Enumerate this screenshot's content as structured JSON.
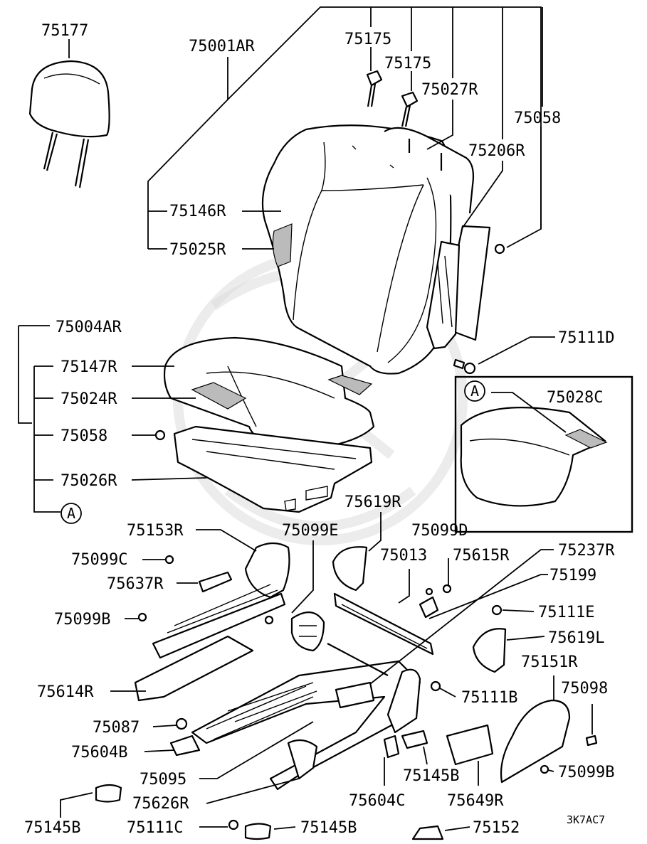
{
  "catalog_code": "3K7AC7",
  "detail_callout": "A",
  "parts": [
    {
      "id": "p1",
      "label": "75177"
    },
    {
      "id": "p2",
      "label": "75001AR"
    },
    {
      "id": "p3",
      "label": "75175"
    },
    {
      "id": "p4",
      "label": "75175"
    },
    {
      "id": "p5",
      "label": "75027R"
    },
    {
      "id": "p6",
      "label": "75058"
    },
    {
      "id": "p7",
      "label": "75206R"
    },
    {
      "id": "p8",
      "label": "75146R"
    },
    {
      "id": "p9",
      "label": "75025R"
    },
    {
      "id": "p10",
      "label": "75004AR"
    },
    {
      "id": "p11",
      "label": "75111D"
    },
    {
      "id": "p12",
      "label": "75147R"
    },
    {
      "id": "p13",
      "label": "75028C"
    },
    {
      "id": "p14",
      "label": "75024R"
    },
    {
      "id": "p15",
      "label": "75058"
    },
    {
      "id": "p16",
      "label": "75026R"
    },
    {
      "id": "p17",
      "label": "75619R"
    },
    {
      "id": "p18",
      "label": "75153R"
    },
    {
      "id": "p19",
      "label": "75099E"
    },
    {
      "id": "p20",
      "label": "75099D"
    },
    {
      "id": "p21",
      "label": "75237R"
    },
    {
      "id": "p22",
      "label": "75099C"
    },
    {
      "id": "p23",
      "label": "75013"
    },
    {
      "id": "p24",
      "label": "75615R"
    },
    {
      "id": "p25",
      "label": "75637R"
    },
    {
      "id": "p26",
      "label": "75199"
    },
    {
      "id": "p27",
      "label": "75111E"
    },
    {
      "id": "p28",
      "label": "75099B"
    },
    {
      "id": "p29",
      "label": "75619L"
    },
    {
      "id": "p30",
      "label": "75151R"
    },
    {
      "id": "p31",
      "label": "75614R"
    },
    {
      "id": "p32",
      "label": "75098"
    },
    {
      "id": "p33",
      "label": "75111B"
    },
    {
      "id": "p34",
      "label": "75087"
    },
    {
      "id": "p35",
      "label": "75604B"
    },
    {
      "id": "p36",
      "label": "75099B"
    },
    {
      "id": "p37",
      "label": "75095"
    },
    {
      "id": "p38",
      "label": "75145B"
    },
    {
      "id": "p39",
      "label": "75626R"
    },
    {
      "id": "p40",
      "label": "75604C"
    },
    {
      "id": "p41",
      "label": "75649R"
    },
    {
      "id": "p42",
      "label": "75145B"
    },
    {
      "id": "p43",
      "label": "75111C"
    },
    {
      "id": "p44",
      "label": "75145B"
    },
    {
      "id": "p45",
      "label": "75152"
    }
  ]
}
